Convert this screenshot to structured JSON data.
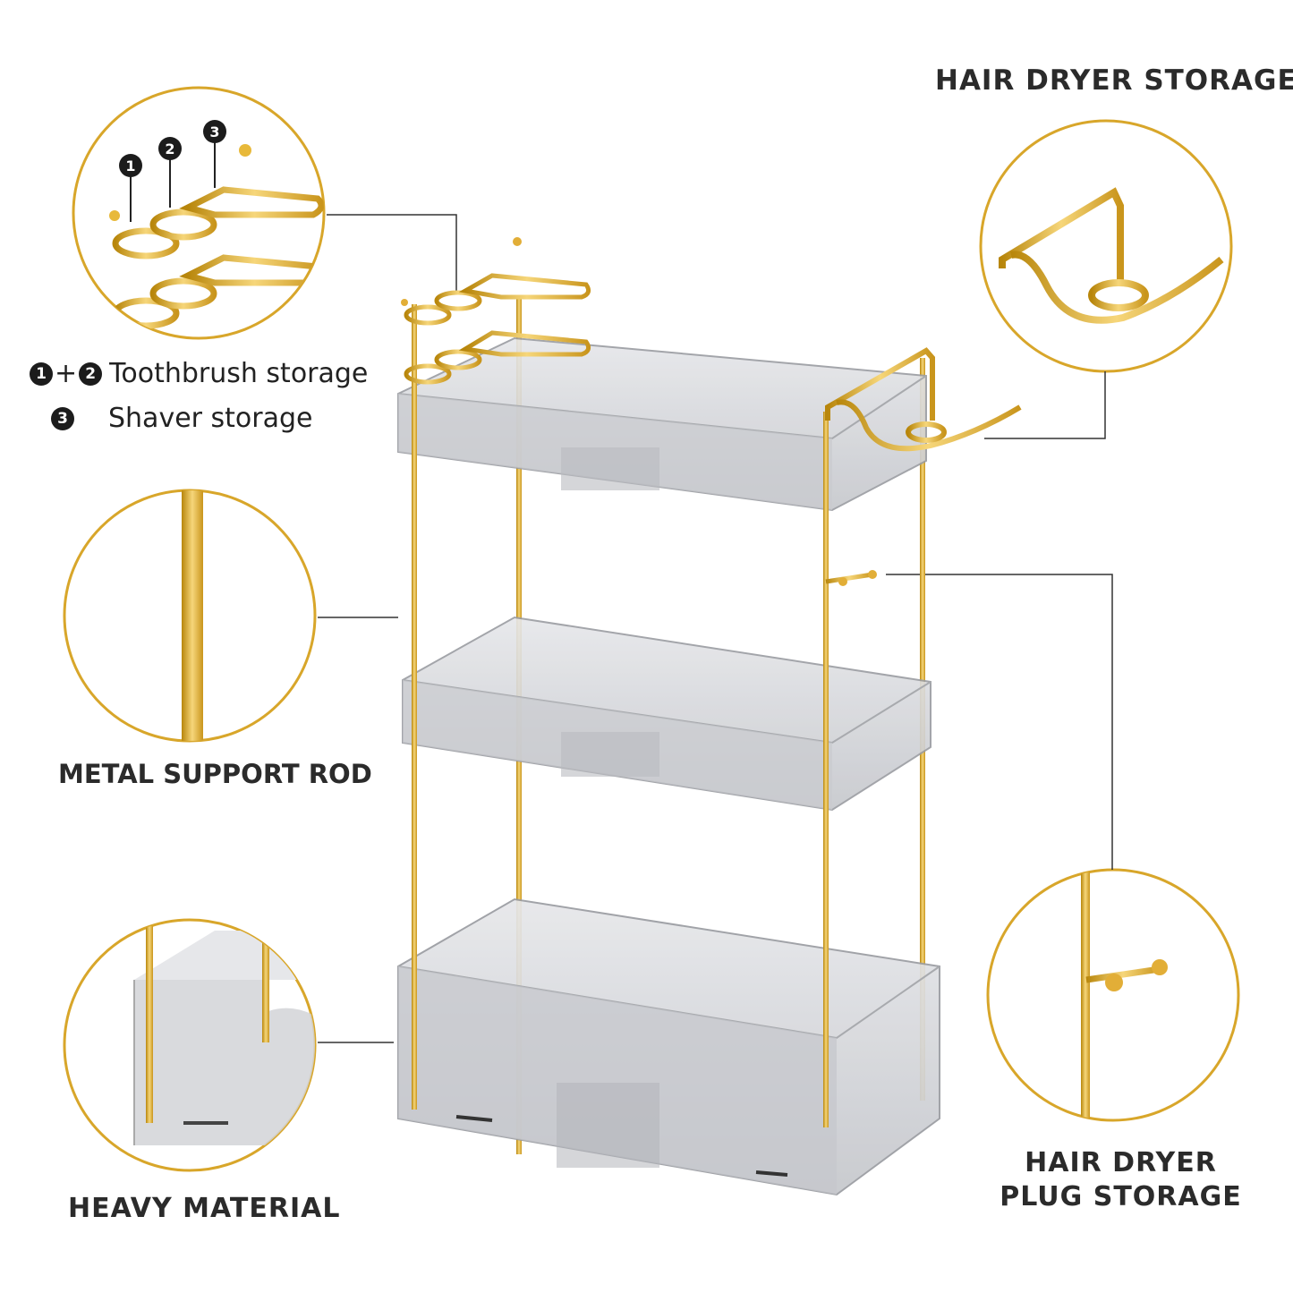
{
  "captions": {
    "hair_dryer_storage": "HAIR DRYER STORAGE",
    "metal_support_rod": "METAL SUPPORT ROD",
    "heavy_material": "HEAVY MATERIAL",
    "hair_dryer_plug_line1": "HAIR DRYER",
    "hair_dryer_plug_line2": "PLUG STORAGE"
  },
  "legend": {
    "num1": "1",
    "plus": "+",
    "num2": "2",
    "toothbrush": "Toothbrush storage",
    "num3": "3",
    "shaver": "Shaver storage"
  },
  "callout_numbers": [
    "1",
    "2",
    "3"
  ],
  "colors": {
    "gold": "#d9a521",
    "gold_light": "#f3d27a",
    "tray_fill": "#d6d7db",
    "tray_edge": "#8c8e93",
    "circle_stroke": "#d8a62a"
  }
}
